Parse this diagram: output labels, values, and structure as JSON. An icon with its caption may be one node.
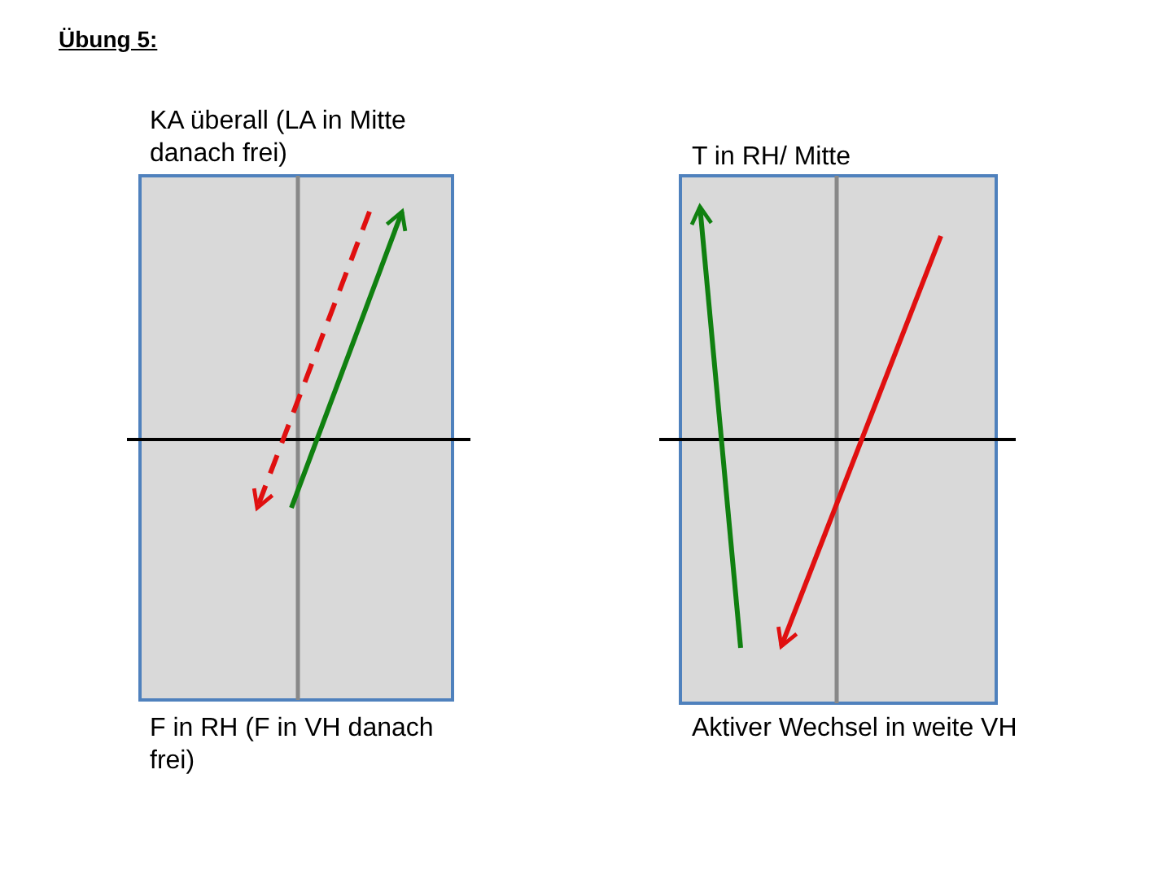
{
  "diagram": {
    "title": "Übung 5:",
    "nodes": [
      {
        "text": [
          "KA überall (LA in Mitte danach frei)",
          "F in RH (F in VH danach frei)"
        ]
      },
      {
        "text": [
          "T in RH/ Mitte",
          "Aktiver Wechsel in weite VH"
        ]
      }
    ]
  }
}
